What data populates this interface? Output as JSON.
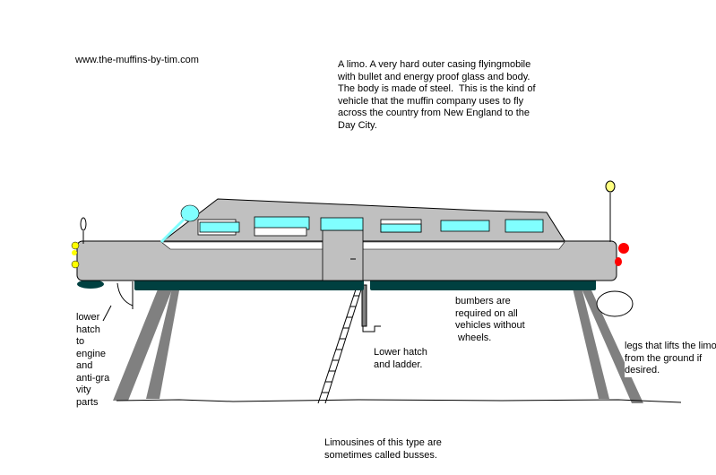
{
  "site_url": "www.the-muffins-by-tim.com",
  "description": [
    "A limo. A very hard outer casing flyingmobile",
    "with bullet and energy proof glass and body.",
    "The body is made of steel.  This is the kind of",
    "vehicle that the muffin company uses to fly",
    "across the country from New England to the",
    "Day City."
  ],
  "labels": {
    "lower_hatch_engine": [
      "lower",
      "hatch",
      "to",
      "engine",
      "and",
      "anti-gra",
      "vity",
      "parts"
    ],
    "bumpers": [
      "bumbers are",
      "required on all",
      "vehicles without",
      " wheels."
    ],
    "lower_hatch_ladder": [
      "Lower hatch",
      "and ladder."
    ],
    "legs": [
      "legs that lifts the limo",
      "from the ground if",
      "desired."
    ],
    "footer": [
      "Limousines of this type are",
      "sometimes called busses."
    ]
  },
  "colors": {
    "body": "#c0c0c0",
    "glass": "#80ffff",
    "bumper": "#004040",
    "legs": "#808080",
    "front_lights": "#ffff00",
    "rear_lights": "#ff0000"
  }
}
